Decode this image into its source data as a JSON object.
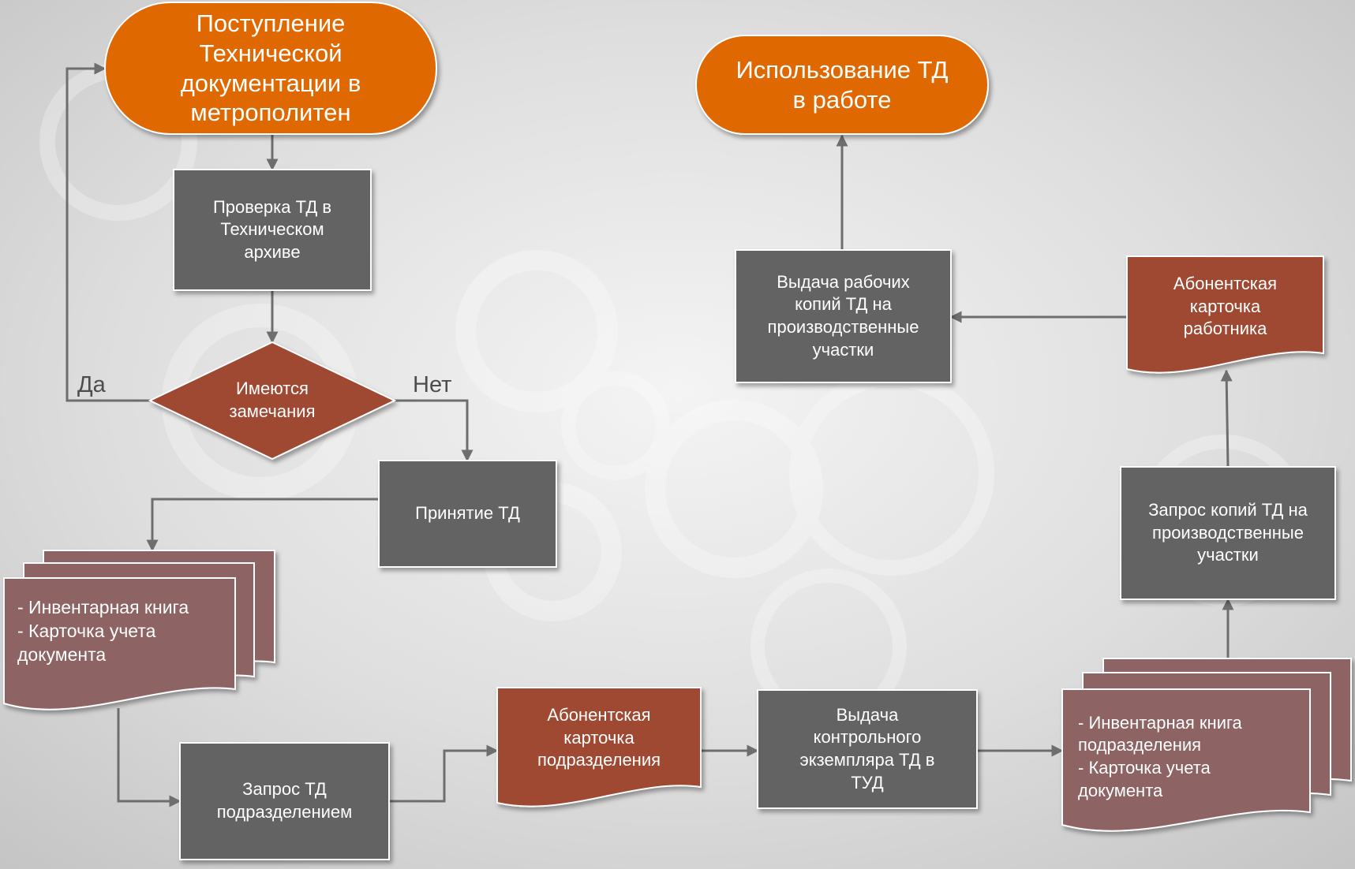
{
  "colors": {
    "terminal": "#E06800",
    "process": "#636363",
    "decision": "#A04832",
    "document_red": "#A04832",
    "document_pink": "#8E6464",
    "connector": "#6E6E6E"
  },
  "nodes": {
    "start": "Поступление\nТехнической\nдокументации в\nметрополитен",
    "check": "Проверка ТД в\nТехническом\nархиве",
    "decision": "Имеются\nзамечания",
    "accept": "Принятие ТД",
    "registry_docs": "- Инвентарная книга\n- Карточка учета\nдокумента",
    "request_dept": "Запрос ТД\nподразделением",
    "subscriber_card_dept": "Абонентская\nкарточка\nподразделения",
    "issue_control_copy": "Выдача\nконтрольного\nэкземпляра ТД в\nТУД",
    "dept_registry_docs": "- Инвентарная книга\nподразделения\n- Карточка учета\nдокумента",
    "request_copies": "Запрос копий ТД на\nпроизводственные\nучастки",
    "subscriber_card_worker": "Абонентская\nкарточка\nработника",
    "issue_work_copies": "Выдача рабочих\nкопий ТД на\nпроизводственные\nучастки",
    "end": "Использование ТД\nв работе"
  },
  "decision_labels": {
    "yes": "Да",
    "no": "Нет"
  }
}
